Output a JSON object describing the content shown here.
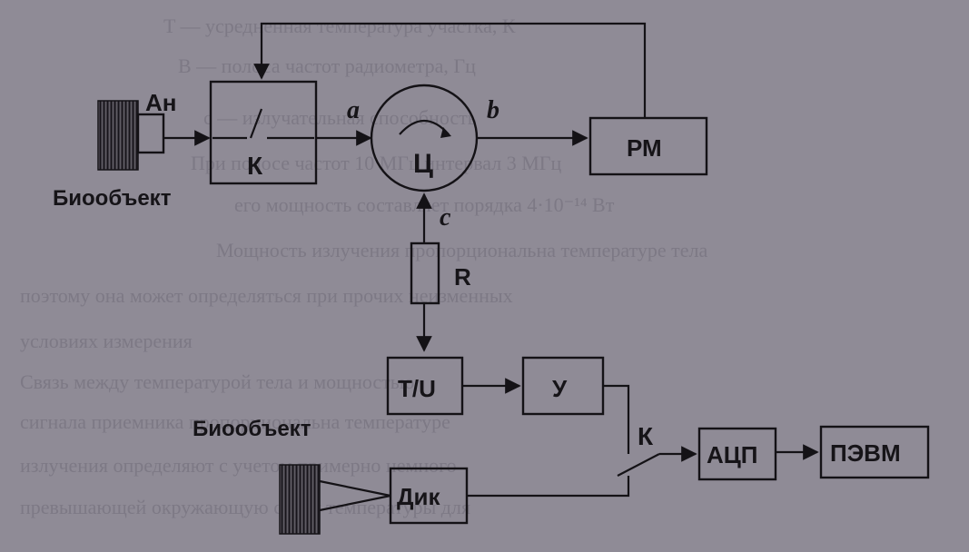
{
  "background_text": [
    "T — усредненная температура участка, К",
    "B — полоса частот радиометра, Гц",
    "c — излучательная способность",
    "При полосе частот 10 МГц интервал 3 МГц",
    "его мощность составляет порядка 4·10⁻¹⁴ Вт",
    "Мощность излучения пропорциональна температуре тела",
    "поэтому она может определяться при прочих неизменных",
    "условиях измерения",
    "Связь между температурой тела и мощностью",
    "сигнала приемника пропорциональна температуре",
    "излучения определяют с учетом примерно немного",
    "превышающей окружающую среду температуры для"
  ],
  "labels": {
    "bioobject_top": "Биообъект",
    "bioobject_bottom": "Биообъект",
    "antenna": "Ан",
    "switch_top": "К",
    "circulator": "Ц",
    "rm": "РМ",
    "a": "a",
    "b": "b",
    "c": "c",
    "resistor": "R",
    "tu": "T/U",
    "amp": "У",
    "switch_bottom": "К",
    "dik": "Дик",
    "adc": "АЦП",
    "pc": "ПЭВМ"
  }
}
